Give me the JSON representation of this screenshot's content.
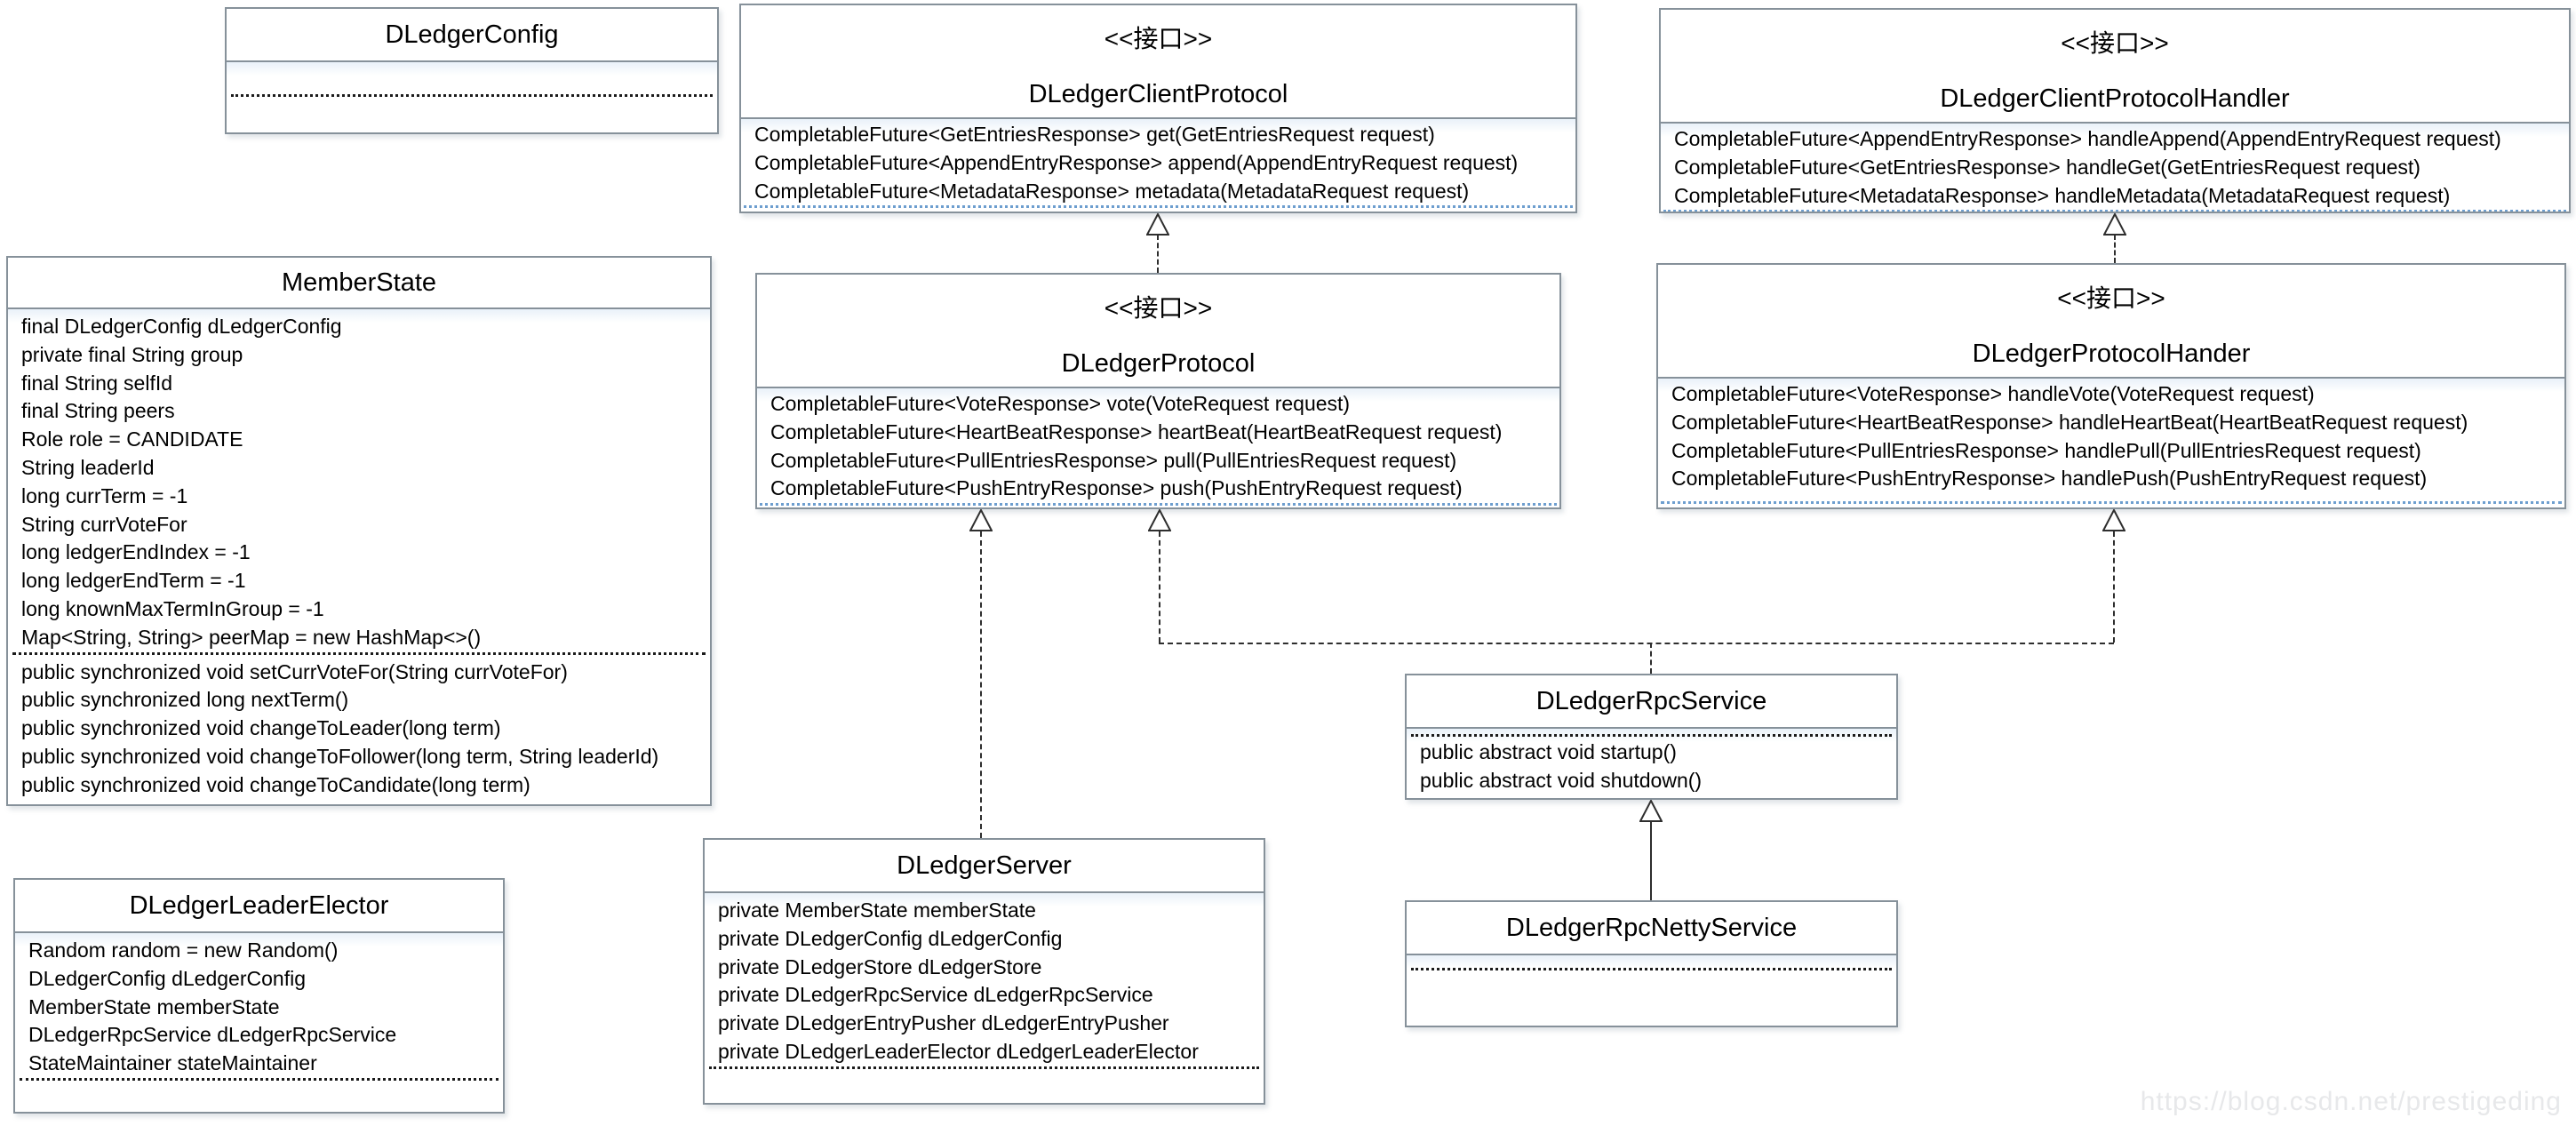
{
  "diagram": {
    "watermark": "https://blog.csdn.net/prestigeding"
  },
  "classes": {
    "dledgerConfig": {
      "title": "DLedgerConfig",
      "fields": [],
      "methods": []
    },
    "memberState": {
      "title": "MemberState",
      "fields": [
        "final DLedgerConfig dLedgerConfig",
        "private final String group",
        "final String selfId",
        "final String peers",
        "Role role = CANDIDATE",
        "String leaderId",
        "long currTerm = -1",
        "String currVoteFor",
        "long ledgerEndIndex = -1",
        "long ledgerEndTerm = -1",
        "long knownMaxTermInGroup = -1",
        "Map<String, String> peerMap = new HashMap<>()"
      ],
      "methods": [
        "public synchronized void setCurrVoteFor(String currVoteFor)",
        "public synchronized long nextTerm()",
        "public synchronized void changeToLeader(long term)",
        "public synchronized void changeToFollower(long term, String leaderId)",
        "public synchronized void changeToCandidate(long term)"
      ]
    },
    "dledgerLeaderElector": {
      "title": "DLedgerLeaderElector",
      "fields": [
        "Random random = new Random()",
        "DLedgerConfig dLedgerConfig",
        "MemberState memberState",
        "DLedgerRpcService dLedgerRpcService",
        "StateMaintainer stateMaintainer"
      ],
      "methods": []
    },
    "dledgerClientProtocol": {
      "stereotype": "<<接口>>",
      "title": "DLedgerClientProtocol",
      "methods": [
        "CompletableFuture<GetEntriesResponse> get(GetEntriesRequest request)",
        "CompletableFuture<AppendEntryResponse> append(AppendEntryRequest request)",
        "CompletableFuture<MetadataResponse> metadata(MetadataRequest request)"
      ]
    },
    "dledgerProtocol": {
      "stereotype": "<<接口>>",
      "title": "DLedgerProtocol",
      "methods": [
        "CompletableFuture<VoteResponse> vote(VoteRequest request)",
        "CompletableFuture<HeartBeatResponse> heartBeat(HeartBeatRequest request)",
        "CompletableFuture<PullEntriesResponse> pull(PullEntriesRequest request)",
        "CompletableFuture<PushEntryResponse> push(PushEntryRequest request)"
      ]
    },
    "dledgerClientProtocolHandler": {
      "stereotype": "<<接口>>",
      "title": "DLedgerClientProtocolHandler",
      "methods": [
        "CompletableFuture<AppendEntryResponse> handleAppend(AppendEntryRequest request)",
        "CompletableFuture<GetEntriesResponse> handleGet(GetEntriesRequest request)",
        "CompletableFuture<MetadataResponse> handleMetadata(MetadataRequest request)"
      ]
    },
    "dledgerProtocolHander": {
      "stereotype": "<<接口>>",
      "title": "DLedgerProtocolHander",
      "methods": [
        "CompletableFuture<VoteResponse> handleVote(VoteRequest request)",
        "CompletableFuture<HeartBeatResponse> handleHeartBeat(HeartBeatRequest request)",
        "CompletableFuture<PullEntriesResponse> handlePull(PullEntriesRequest request)",
        "CompletableFuture<PushEntryResponse> handlePush(PushEntryRequest request)"
      ]
    },
    "dledgerServer": {
      "title": "DLedgerServer",
      "fields": [
        "private MemberState memberState",
        "private DLedgerConfig dLedgerConfig",
        "private DLedgerStore dLedgerStore",
        "private DLedgerRpcService dLedgerRpcService",
        "private DLedgerEntryPusher dLedgerEntryPusher",
        "private DLedgerLeaderElector dLedgerLeaderElector"
      ],
      "methods": []
    },
    "dledgerRpcService": {
      "title": "DLedgerRpcService",
      "fields": [],
      "methods": [
        "public abstract void startup()",
        "public abstract void shutdown()"
      ]
    },
    "dledgerRpcNettyService": {
      "title": "DLedgerRpcNettyService",
      "fields": [],
      "methods": []
    }
  },
  "relations": [
    {
      "from": "DLedgerProtocol",
      "to": "DLedgerClientProtocol",
      "type": "dashed-generalization"
    },
    {
      "from": "DLedgerProtocolHander",
      "to": "DLedgerClientProtocolHandler",
      "type": "dashed-generalization"
    },
    {
      "from": "DLedgerServer",
      "to": "DLedgerProtocol",
      "type": "dashed-realization"
    },
    {
      "from": "DLedgerRpcService",
      "to": "DLedgerProtocol",
      "type": "dashed-realization"
    },
    {
      "from": "DLedgerRpcService",
      "to": "DLedgerProtocolHander",
      "type": "dashed-realization"
    },
    {
      "from": "DLedgerRpcNettyService",
      "to": "DLedgerRpcService",
      "type": "solid-generalization"
    }
  ]
}
